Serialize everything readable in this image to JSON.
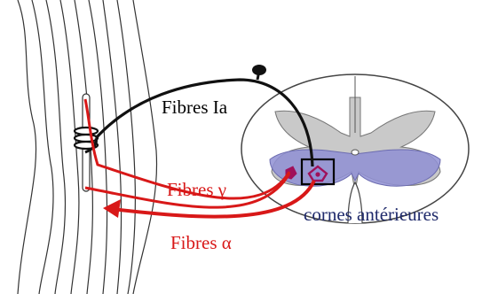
{
  "labels": {
    "fibres_ia": "Fibres Ia",
    "fibres_gamma": "Fibres γ",
    "fibres_alpha": "Fibres α",
    "cornes": "cornes antérieures"
  },
  "colors": {
    "fibre_red": "#d81818",
    "afferent_black": "#111111",
    "grey_matter": "#c9c9c9",
    "anterior_horn": "#8f8fd4",
    "cornes_text": "#1f2a6b",
    "motoneuron": "#a0105a",
    "outline": "#444444"
  }
}
